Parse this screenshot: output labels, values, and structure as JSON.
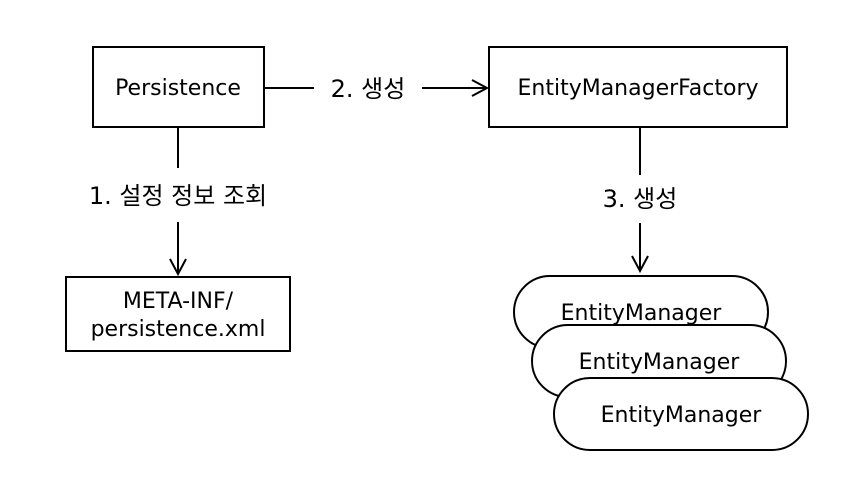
{
  "nodes": {
    "persistence": "Persistence",
    "factory": "EntityManagerFactory",
    "meta_line1": "META-INF/",
    "meta_line2": "persistence.xml",
    "entity_managers": [
      "EntityManager",
      "EntityManager",
      "EntityManager"
    ]
  },
  "edges": {
    "config_lookup": "1. 설정 정보 조회",
    "create_factory": "2. 생성",
    "create_manager": "3. 생성"
  },
  "colors": {
    "stroke": "#000000",
    "fill": "#ffffff",
    "text": "#000000"
  }
}
